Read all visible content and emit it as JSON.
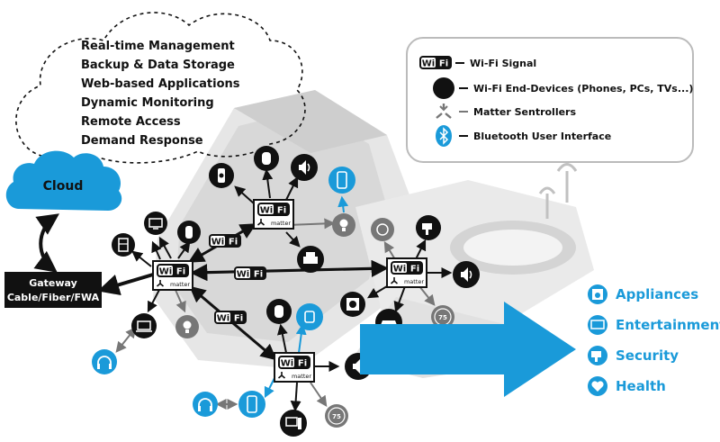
{
  "cloud": {
    "label": "Cloud",
    "capabilities": [
      "Real-time Management",
      "Backup & Data Storage",
      "Web-based Applications",
      "Dynamic Monitoring",
      "Remote Access",
      "Demand Response"
    ]
  },
  "gateway": {
    "line1": "Gateway",
    "line2": "Cable/Fiber/FWA"
  },
  "legend": {
    "wifi_signal": "Wi-Fi Signal",
    "end_devices": "Wi-Fi End-Devices (Phones, PCs, TVs...)",
    "controllers": "Matter Sentrollers",
    "bluetooth": "Bluetooth User Interface"
  },
  "wifi_badge": {
    "w": "W",
    "i": "i",
    "f": "F",
    "i2": "i"
  },
  "hub_label": "matter",
  "thermostat_value": "75",
  "categories": [
    "Appliances",
    "Entertainment",
    "Security",
    "Health"
  ],
  "colors": {
    "accent": "#1a9ad9",
    "dark": "#111111",
    "gray": "#777777",
    "house": "#d7d7d7"
  }
}
